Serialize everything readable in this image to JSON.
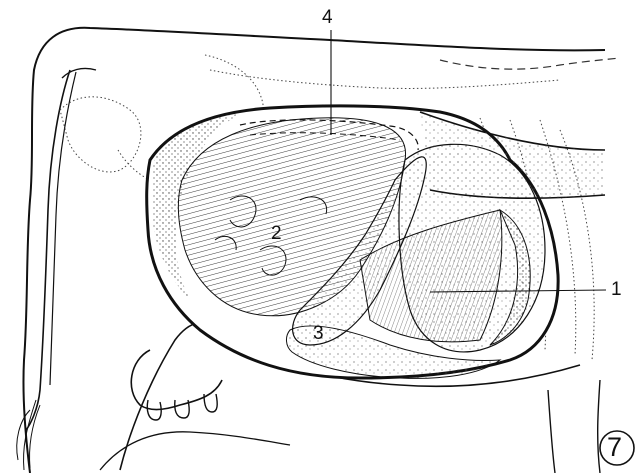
{
  "labels": {
    "one": "1",
    "two": "2",
    "three": "3",
    "four": "4"
  },
  "figure_number": "7",
  "colors": {
    "ink": "#111111",
    "background": "#ffffff",
    "stipple": "#444444"
  }
}
